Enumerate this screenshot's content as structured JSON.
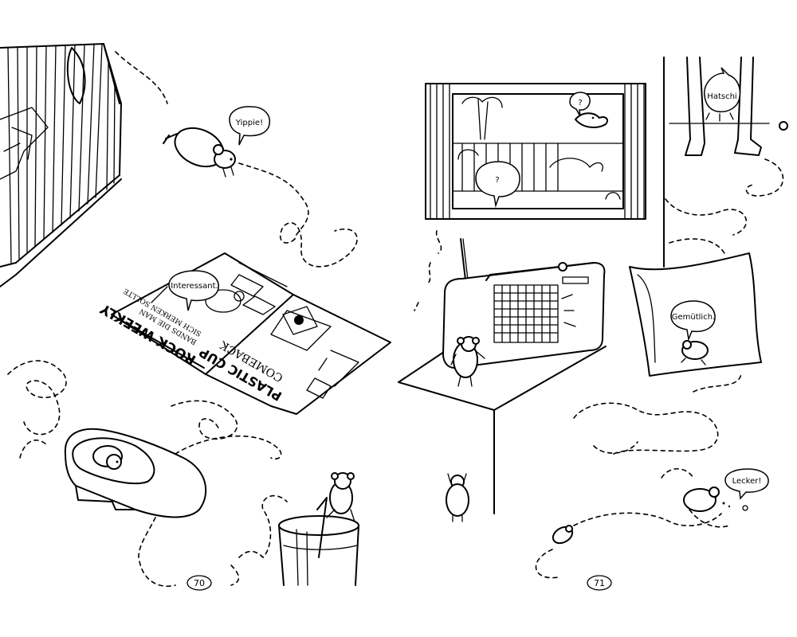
{
  "bubbles": {
    "yippie": "Yippie!",
    "interessant": "Interessant.",
    "bird_question": "?",
    "window_question": "?",
    "hatschi": "Hatschi",
    "gemuetlich": "Gemütlich.",
    "lecker": "Lecker!"
  },
  "newspaper": {
    "masthead": "ROCK WEEKLY",
    "headline_1": "PLASTIC CUP",
    "headline_2": "COMEBACK",
    "small_text_1": "BANDS DIE MAN",
    "small_text_2": "SICH MERKEN SOLLTE"
  },
  "page_numbers": {
    "left": "70",
    "right": "71"
  }
}
